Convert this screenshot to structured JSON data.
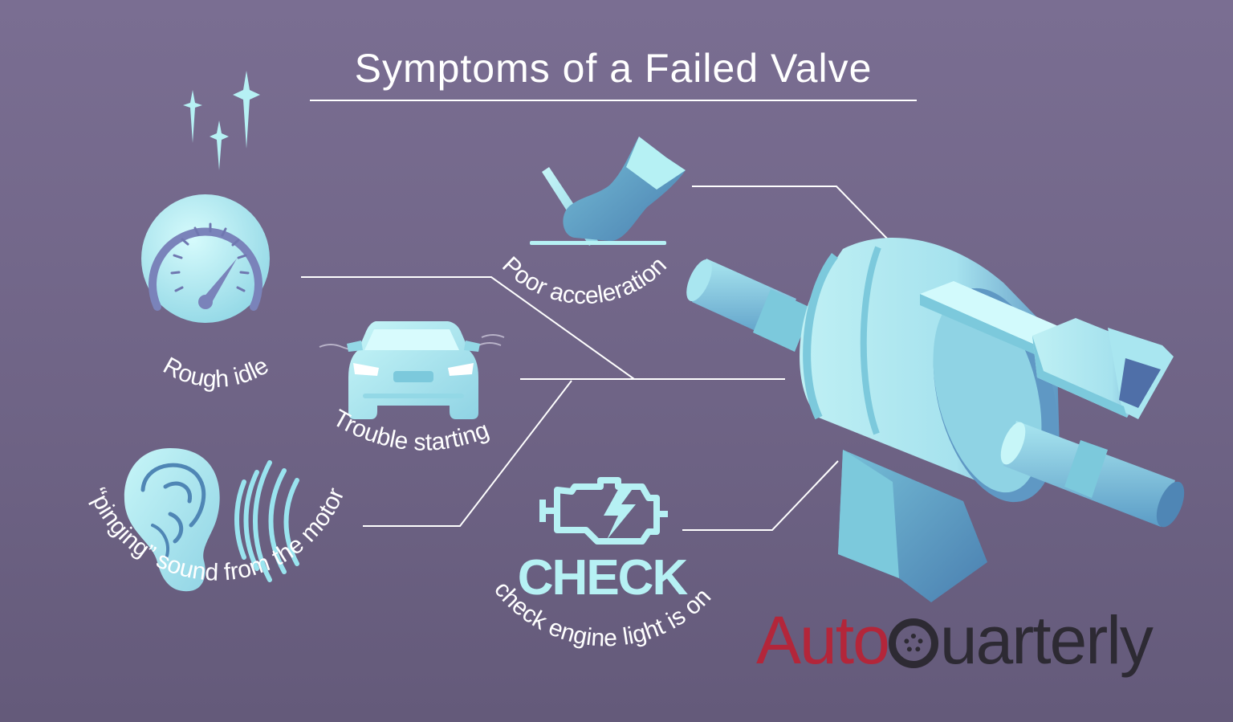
{
  "title": "Symptoms of a Failed Valve",
  "symptoms": {
    "rough_idle": "Rough idle",
    "trouble_starting": "Trouble starting",
    "pinging_sound": "“pinging” sound from the motor",
    "poor_acceleration": "Poor acceleration",
    "check_engine_light": "check engine light is on",
    "check_badge": "CHECK"
  },
  "logo": {
    "part1": "Auto",
    "part2": "uarterly"
  },
  "colors": {
    "background": "#6f6486",
    "icon_light": "#b6f1f4",
    "icon_mid": "#7cc9dc",
    "icon_dark": "#4f86b5",
    "line": "#ffffff",
    "logo_red": "#b3263a",
    "logo_dark": "#2d2a33"
  },
  "icons": [
    "sparkle-icon",
    "speedometer-icon",
    "car-front-icon",
    "ear-icon",
    "sound-waves-icon",
    "pedal-foot-icon",
    "engine-warning-icon",
    "valve-icon"
  ]
}
